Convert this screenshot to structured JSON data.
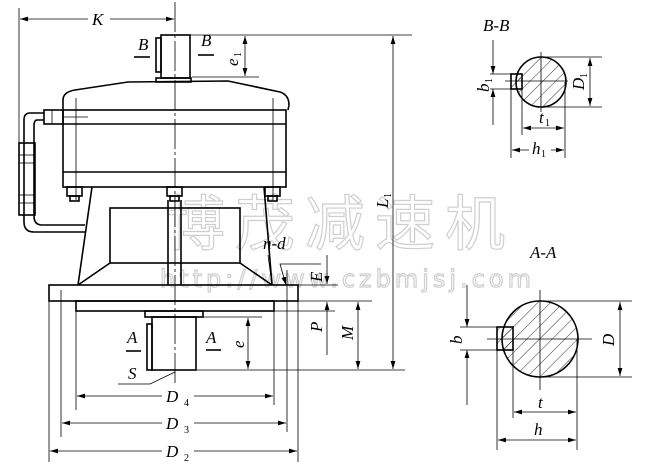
{
  "watermark": {
    "title": "博茂减速机",
    "url": "http://www.czbmjsj.com"
  },
  "labels": {
    "K": "K",
    "B_left": "B",
    "B_right": "B",
    "e1": "e",
    "e1_sub": "1",
    "L1": "L",
    "L1_sub": "1",
    "nd": "n-d",
    "E": "E",
    "P": "P",
    "M": "M",
    "A_left": "A",
    "A_right": "A",
    "S": "S",
    "e": "e",
    "D4": "D",
    "D4_sub": "4",
    "D3": "D",
    "D3_sub": "3",
    "D2": "D",
    "D2_sub": "2"
  },
  "section_bb": {
    "title": "B-B",
    "b1": "b",
    "b1_sub": "1",
    "D1": "D",
    "D1_sub": "1",
    "t1": "t",
    "t1_sub": "1",
    "h1": "h",
    "h1_sub": "1"
  },
  "section_aa": {
    "title": "A-A",
    "b": "b",
    "D": "D",
    "t": "t",
    "h": "h"
  }
}
